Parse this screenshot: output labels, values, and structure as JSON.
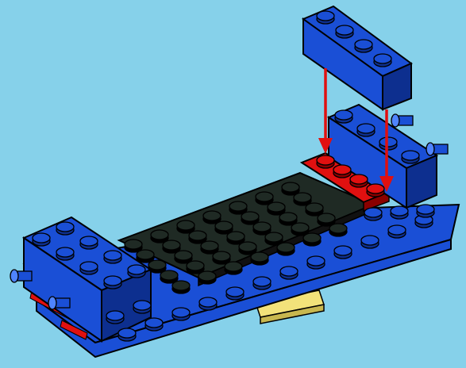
{
  "scene": {
    "kind": "building-instruction-step",
    "background_color": "#86d1ea",
    "colors": {
      "blue": "#1a4fd6",
      "blue_dark": "#0d2f8f",
      "blue_light": "#4f84ff",
      "black_plate": "#1f2a24",
      "red": "#e01010",
      "red_dark": "#8a0000",
      "yellow": "#f2e27a",
      "outline": "#000000",
      "arrow": "#e01010"
    },
    "parts": [
      {
        "name": "blue-base-plate",
        "color": "blue"
      },
      {
        "name": "black-center-plate",
        "color": "black_plate"
      },
      {
        "name": "red-plate-1x4",
        "color": "red"
      },
      {
        "name": "blue-brick-1x4-incoming",
        "color": "blue"
      },
      {
        "name": "blue-rear-block",
        "color": "blue"
      },
      {
        "name": "blue-front-block",
        "color": "blue"
      },
      {
        "name": "yellow-underside-part",
        "color": "yellow"
      }
    ],
    "arrows": [
      {
        "name": "place-arrow-left",
        "color": "arrow"
      },
      {
        "name": "place-arrow-right",
        "color": "arrow"
      }
    ]
  }
}
